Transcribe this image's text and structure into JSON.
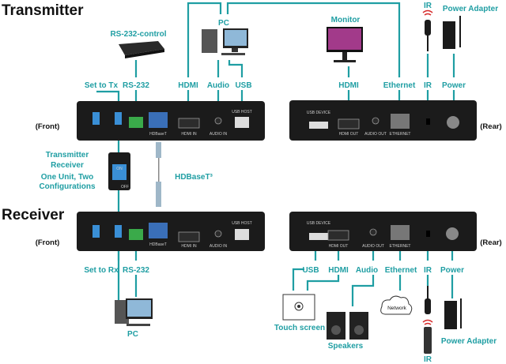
{
  "titles": {
    "transmitter": "Transmitter",
    "receiver": "Receiver"
  },
  "transmitter": {
    "rs232_control": "RS-232-control",
    "pc": "PC",
    "monitor": "Monitor",
    "ir_top": "IR",
    "power_adapter": "Power Adapter",
    "front_labels": {
      "set": "Set to Tx",
      "rs232": "RS-232",
      "hdmi": "HDMI",
      "audio": "Audio",
      "usb": "USB"
    },
    "rear_labels": {
      "hdmi": "HDMI",
      "ethernet": "Ethernet",
      "ir": "IR",
      "power": "Power"
    }
  },
  "receiver": {
    "front_labels": {
      "set": "Set to Rx",
      "rs232": "RS-232"
    },
    "pc": "PC",
    "rear_labels": {
      "usb": "USB",
      "hdmi": "HDMI",
      "audio": "Audio",
      "ethernet": "Ethernet",
      "ir": "IR",
      "power": "Power"
    },
    "touch_screen": "Touch screen",
    "speakers": "Speakers",
    "network": "Network",
    "ir_bottom": "IR",
    "power_adapter": "Power Adapter"
  },
  "sides": {
    "front": "(Front)",
    "rear": "(Rear)"
  },
  "mode": {
    "line1": "Transmitter",
    "line2": "Receiver",
    "line3": "One Unit, Two",
    "line4": "Configurations"
  },
  "hdbaset": "HDBaseT³",
  "panel_text": {
    "hdbaset": "HDBaseT",
    "hdmi_in": "HDMI IN",
    "audio_in": "AUDIO IN",
    "usb_host": "USB HOST",
    "usb_device": "USB DEVICE",
    "hdmi_out": "HDMI OUT",
    "audio_out": "AUDIO OUT",
    "ethernet": "ETHERNET",
    "on": "ON",
    "off": "OFF"
  },
  "colors": {
    "accent": "#1f9ea3",
    "device": "#1b1b1b",
    "dip": "#3a8fd6",
    "terminal": "#3aaa4a"
  }
}
